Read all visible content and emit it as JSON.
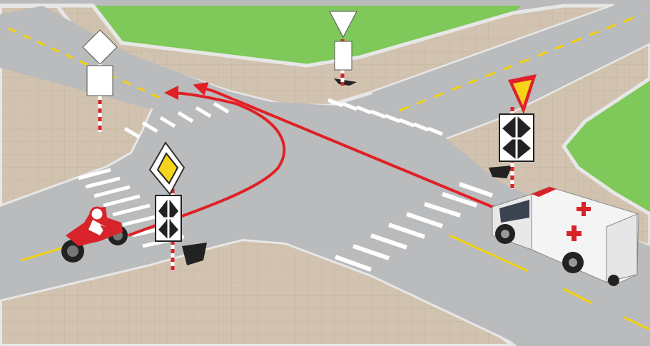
{
  "scene": {
    "colors": {
      "grass": "#7fc85a",
      "sidewalk": "#d2c3b0",
      "road": "#b9bbbd",
      "curb": "#e7e7e7",
      "lane_marking": "#f2d10b",
      "crosswalk": "#ffffff",
      "route_arrow": "#e02025",
      "yield_sign_border": "#e0202a",
      "yield_sign_fill": "#f7d31a",
      "priority_sign_fill": "#f5d41c",
      "motorcycle": "#d8232a",
      "ambulance_body": "#f4f4f4",
      "ambulance_cross": "#d8232a"
    },
    "objects": {
      "motorcycle": "motorcycle-icon",
      "ambulance": "ambulance-icon",
      "priority_road_sign": "priority-road-sign",
      "yield_sign": "yield-sign",
      "junction_plate": "junction-plate"
    }
  }
}
